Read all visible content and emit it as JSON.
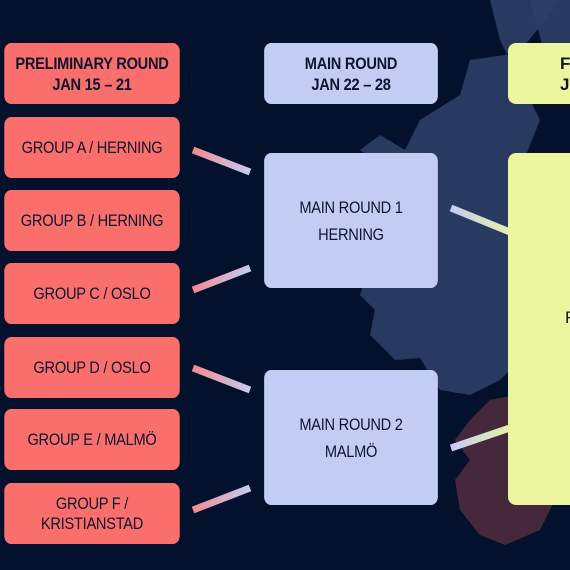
{
  "columns": {
    "preliminary": {
      "title": "PRELIMINARY ROUND",
      "dates": "JAN 15 – 21",
      "color": "#fa6f6b"
    },
    "main": {
      "title": "MAIN ROUND",
      "dates": "JAN 22 – 28",
      "color": "#c3cdf3"
    },
    "final": {
      "title_fragment": "FI",
      "dates_fragment": "J",
      "body_fragment": "F",
      "color": "#ecf69e"
    }
  },
  "groups": [
    {
      "label": "GROUP A / HERNING"
    },
    {
      "label": "GROUP B / HERNING"
    },
    {
      "label": "GROUP C / OSLO"
    },
    {
      "label": "GROUP D / OSLO"
    },
    {
      "label": "GROUP E / MALMÖ"
    },
    {
      "label": "GROUP F / KRISTIANSTAD"
    }
  ],
  "main_rounds": [
    {
      "name": "MAIN ROUND 1",
      "city": "HERNING"
    },
    {
      "name": "MAIN ROUND 2",
      "city": "MALMÖ"
    }
  ],
  "colors": {
    "background": "#04112c",
    "map_land": "#2c3f66",
    "map_accent": "#4a2a3e"
  }
}
